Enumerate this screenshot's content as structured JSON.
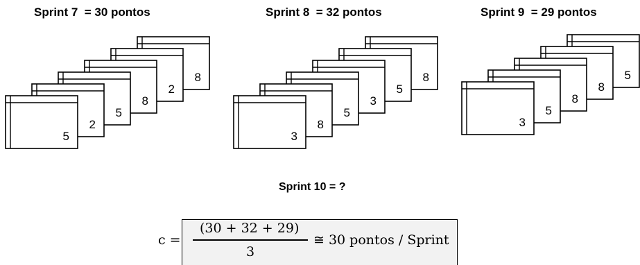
{
  "sprints": [
    {
      "title": "Sprint 7  = 30 pontos",
      "cards": [
        "5",
        "2",
        "5",
        "8",
        "2",
        "8"
      ]
    },
    {
      "title": "Sprint 8  = 32 pontos",
      "cards": [
        "3",
        "8",
        "5",
        "3",
        "5",
        "8"
      ]
    },
    {
      "title": "Sprint 9  = 29 pontos",
      "cards": [
        "3",
        "5",
        "8",
        "8",
        "5"
      ]
    }
  ],
  "next_sprint": "Sprint 10 = ?",
  "formula": {
    "lhs": "c =",
    "numerator": "(30 + 32 + 29)",
    "denominator": "3",
    "result": "≅ 30 pontos / Sprint"
  }
}
